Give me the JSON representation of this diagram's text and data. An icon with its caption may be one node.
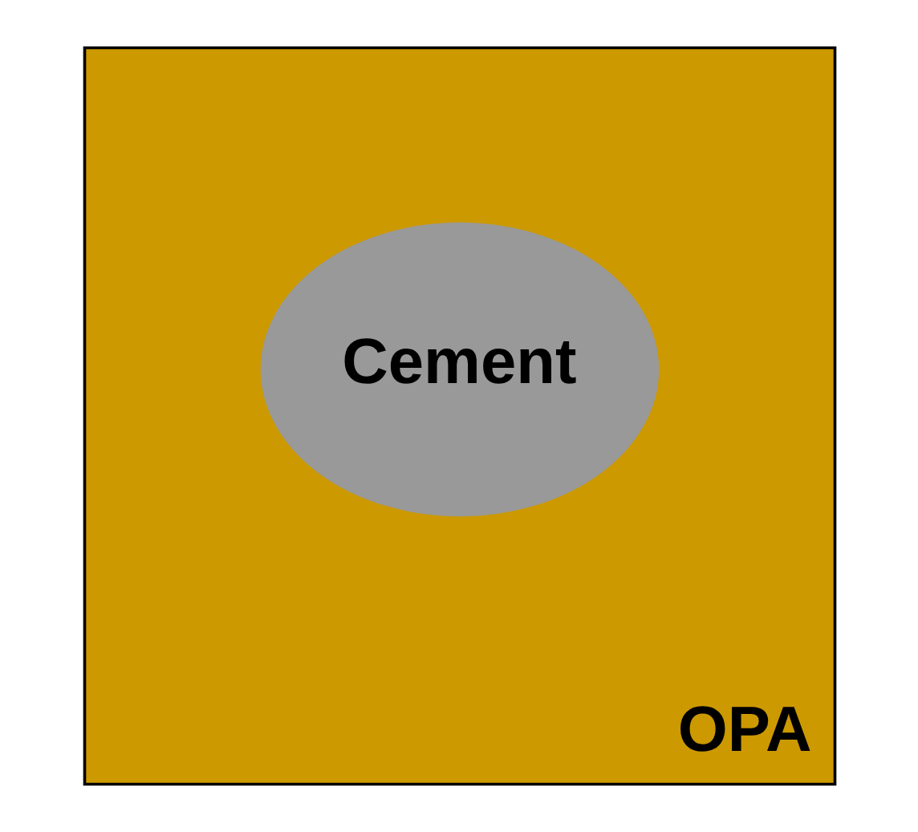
{
  "diagram": {
    "nodes": [
      {
        "text": [
          "OPA"
        ]
      },
      {
        "text": [
          "Cement"
        ],
        "in": 0
      }
    ]
  }
}
